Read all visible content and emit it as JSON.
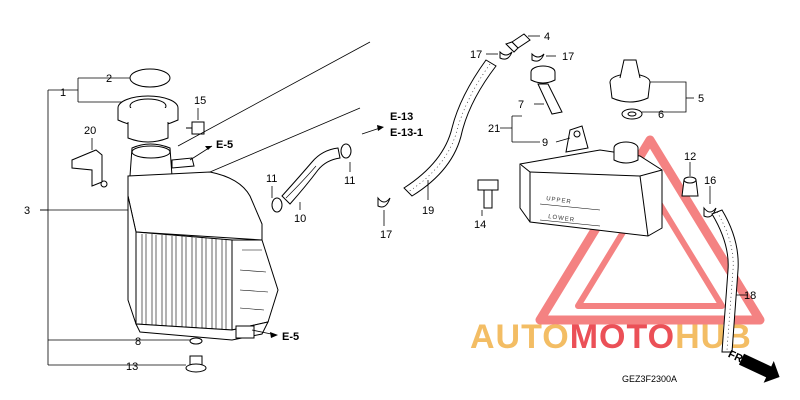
{
  "diagram": {
    "code": "GEZ3F2300A",
    "direction_label": "FR.",
    "embossed": {
      "upper": "UPPER",
      "lower": "LOWER"
    },
    "callouts": [
      {
        "id": "c1",
        "text": "1"
      },
      {
        "id": "c2",
        "text": "2"
      },
      {
        "id": "c3",
        "text": "3"
      },
      {
        "id": "c4",
        "text": "4"
      },
      {
        "id": "c5",
        "text": "5"
      },
      {
        "id": "c6",
        "text": "6"
      },
      {
        "id": "c7",
        "text": "7"
      },
      {
        "id": "c8",
        "text": "8"
      },
      {
        "id": "c9",
        "text": "9"
      },
      {
        "id": "c10",
        "text": "10"
      },
      {
        "id": "c11a",
        "text": "11"
      },
      {
        "id": "c11b",
        "text": "11"
      },
      {
        "id": "c12",
        "text": "12"
      },
      {
        "id": "c13",
        "text": "13"
      },
      {
        "id": "c14",
        "text": "14"
      },
      {
        "id": "c15",
        "text": "15"
      },
      {
        "id": "c16",
        "text": "16"
      },
      {
        "id": "c17a",
        "text": "17"
      },
      {
        "id": "c17b",
        "text": "17"
      },
      {
        "id": "c17c",
        "text": "17"
      },
      {
        "id": "c18",
        "text": "18"
      },
      {
        "id": "c19",
        "text": "19"
      },
      {
        "id": "c20",
        "text": "20"
      },
      {
        "id": "c21",
        "text": "21"
      }
    ],
    "refs": [
      {
        "id": "r1",
        "text": "E-5"
      },
      {
        "id": "r2",
        "text": "E-5"
      },
      {
        "id": "r3",
        "text": "E-13"
      },
      {
        "id": "r4",
        "text": "E-13-1"
      }
    ]
  },
  "watermark": {
    "parts": [
      "AUTO",
      "MOTO",
      "HUB"
    ],
    "colors": {
      "auto": "#f2b24a",
      "moto": "#e8323a",
      "hub": "#f2b24a",
      "triangle": "#ee3b3b"
    }
  }
}
